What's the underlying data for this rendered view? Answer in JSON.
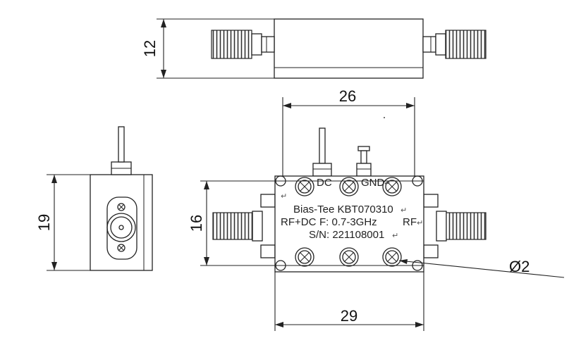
{
  "dimensions": {
    "height_top": "12",
    "width_body": "26",
    "height_side": "19",
    "height_mount": "16",
    "width_total": "29",
    "hole_diameter": "Ø2"
  },
  "labels": {
    "dc": "DC",
    "gnd": "GND",
    "product": "Bias-Tee KBT070310",
    "rf_dc": "RF+DC",
    "freq": "F: 0.7-3GHz",
    "rf": "RF",
    "serial": "S/N: 221108001",
    "return_mark": "↵"
  }
}
